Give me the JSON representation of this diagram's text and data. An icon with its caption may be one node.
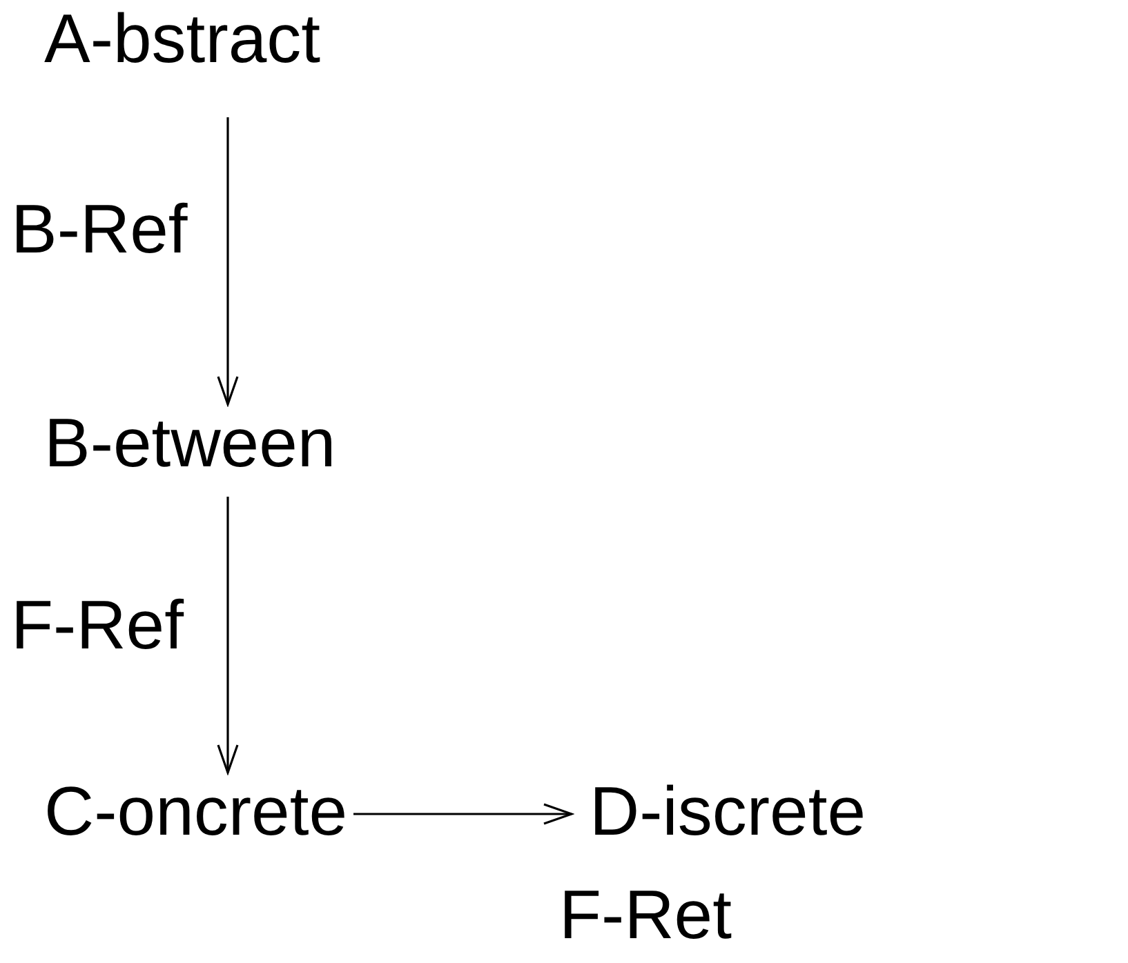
{
  "diagram": {
    "nodes": [
      {
        "text": [
          "A-bstract"
        ]
      },
      {
        "text": [
          "B-etween"
        ]
      },
      {
        "text": [
          "C-oncrete"
        ]
      },
      {
        "text": [
          "D-iscrete"
        ]
      }
    ],
    "edges": [
      {
        "from": 0,
        "to": 1,
        "arrow": "to",
        "label": "B-Ref"
      },
      {
        "from": 1,
        "to": 2,
        "arrow": "to",
        "label": "F-Ref"
      },
      {
        "from": 2,
        "to": 3,
        "arrow": "to",
        "label": "F-Ret"
      }
    ]
  }
}
